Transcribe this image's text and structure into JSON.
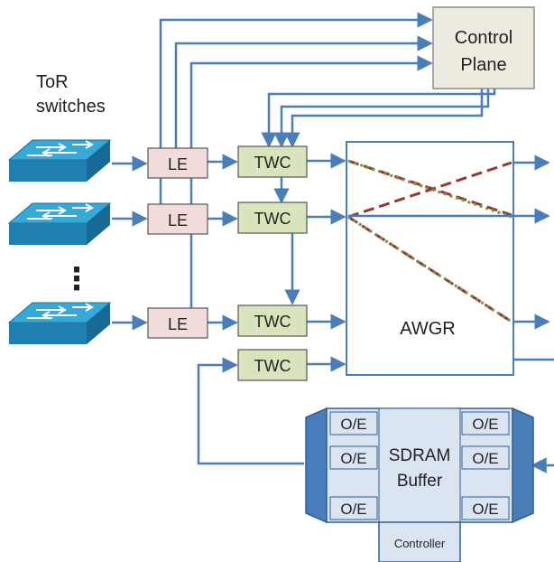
{
  "labels": {
    "tor_line1": "ToR",
    "tor_line2": "switches",
    "control_line1": "Control",
    "control_line2": "Plane",
    "le": "LE",
    "twc": "TWC",
    "awgr": "AWGR",
    "ellipsis": "⋮",
    "oe": "O/E",
    "sdram_line1": "SDRAM",
    "sdram_line2": "Buffer",
    "controller": "Controller"
  },
  "colors": {
    "line": "#4a7ebb",
    "le_fill": "#f2dcdb",
    "twc_fill": "#d8e4bc",
    "control_fill": "#eeece1",
    "buffer_fill": "#dbe5f1",
    "switch_top": "#36a9d9",
    "switch_side": "#1f7fb0",
    "dashed_red": "#953735",
    "dotted_green": "#77933c"
  },
  "icons": [
    "tor-switch-icon"
  ]
}
